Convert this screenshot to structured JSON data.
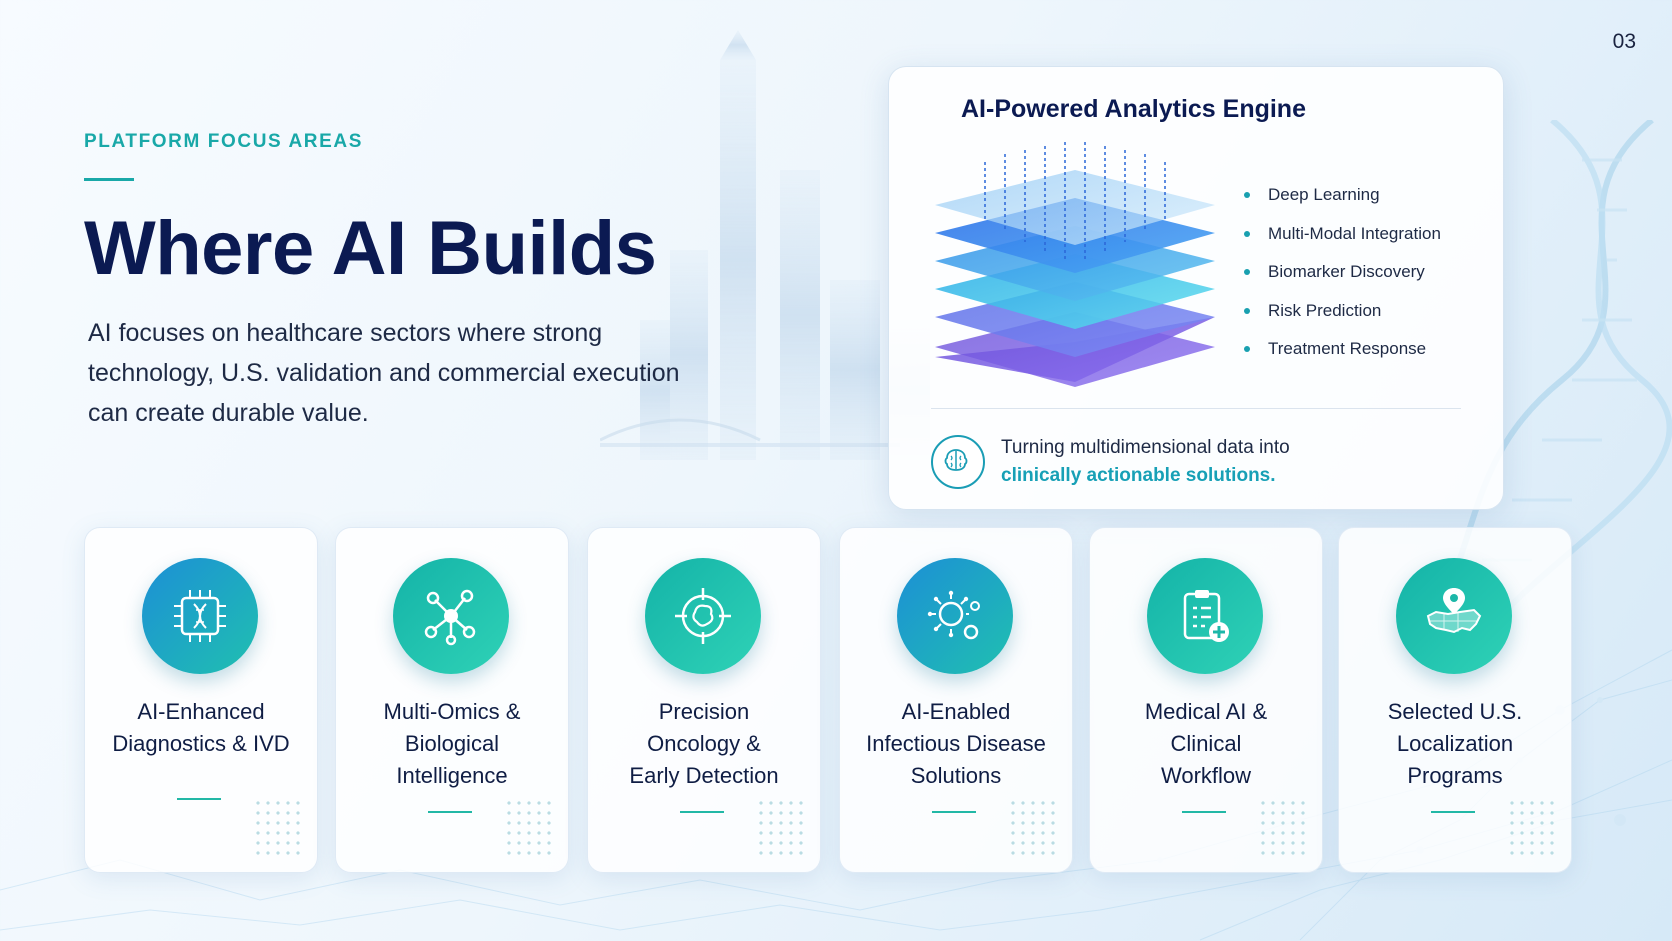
{
  "page_number": "03",
  "eyebrow": "PLATFORM FOCUS AREAS",
  "headline": "Where AI Builds",
  "lead": "AI focuses on healthcare sectors where strong technology, U.S. validation and commercial execution can create durable value.",
  "engine": {
    "title": "AI-Powered Analytics Engine",
    "features": [
      "Deep Learning",
      "Multi-Modal Integration",
      "Biomarker Discovery",
      "Risk Prediction",
      "Treatment Response"
    ],
    "tagline_plain": "Turning multidimensional data into",
    "tagline_highlight": "clinically actionable solutions.",
    "icons": {
      "badge": "brain-icon",
      "graphic": "layered-data-stack"
    }
  },
  "areas": [
    {
      "title": "AI-Enhanced\nDiagnostics & IVD",
      "icon": "dna-chip-icon"
    },
    {
      "title": "Multi-Omics &\nBiological\nIntelligence",
      "icon": "network-nodes-icon"
    },
    {
      "title": "Precision\nOncology &\nEarly Detection",
      "icon": "target-cell-icon"
    },
    {
      "title": "AI-Enabled\nInfectious Disease\nSolutions",
      "icon": "virus-gear-icon"
    },
    {
      "title": "Medical AI &\nClinical\nWorkflow",
      "icon": "clipboard-plus-icon"
    },
    {
      "title": "Selected U.S.\nLocalization\nPrograms",
      "icon": "us-map-pin-icon"
    }
  ],
  "colors": {
    "navy": "#0b1a52",
    "teal": "#19a8a8",
    "accent_blue": "#17a0b6",
    "icon_gradient_blue": [
      "#1c8fd6",
      "#20c0b0"
    ],
    "icon_gradient_teal": [
      "#14b3a8",
      "#2fd2b6"
    ]
  }
}
